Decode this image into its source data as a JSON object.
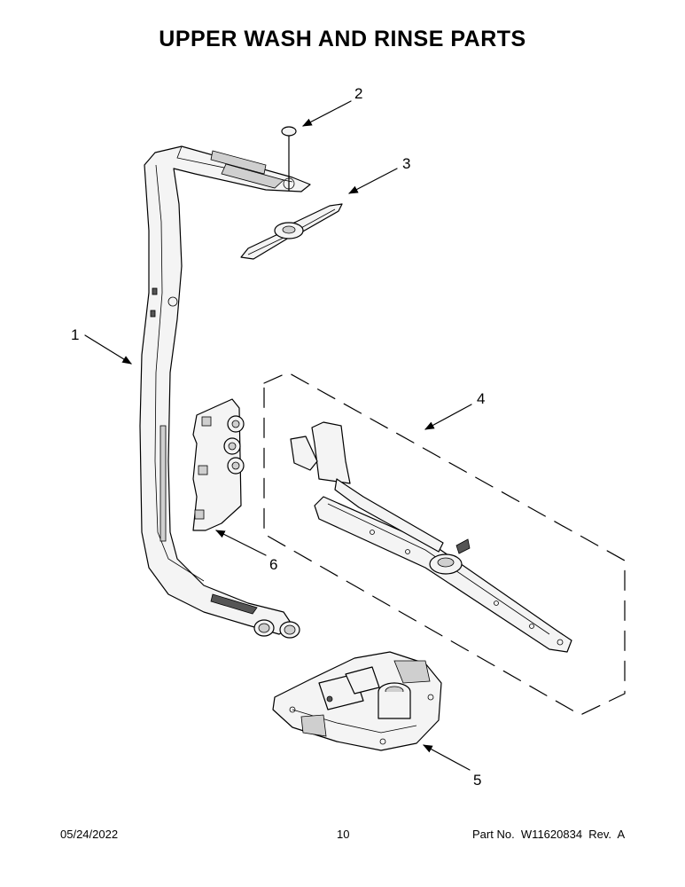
{
  "title": "UPPER WASH AND RINSE PARTS",
  "callouts": [
    "1",
    "2",
    "3",
    "4",
    "5",
    "6"
  ],
  "footer": {
    "date": "05/24/2022",
    "page": "10",
    "part_no": "Part No.  W11620834  Rev.  A"
  }
}
